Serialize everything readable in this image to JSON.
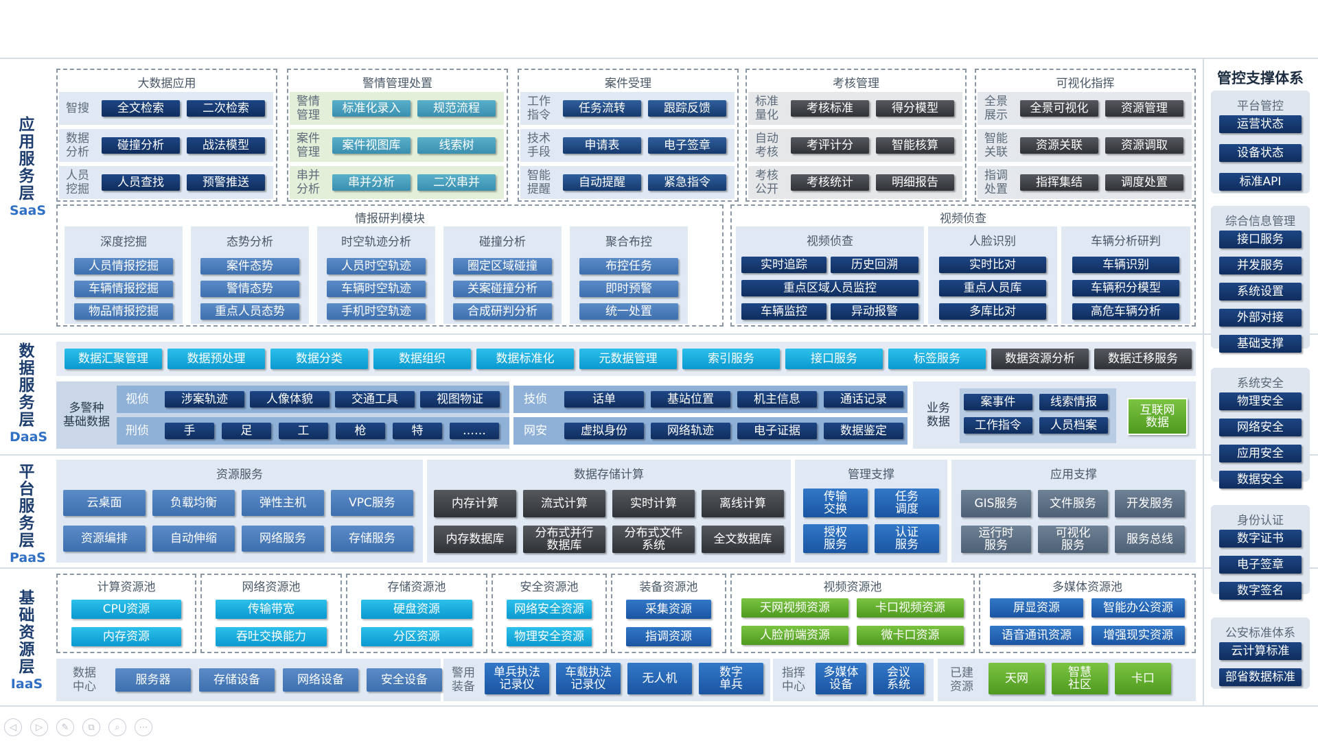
{
  "layers": {
    "saas": {
      "zh": "应用服务层",
      "en": "SaaS"
    },
    "daas": {
      "zh": "数据服务层",
      "en": "DaaS"
    },
    "paas": {
      "zh": "平台服务层",
      "en": "PaaS"
    },
    "iaas": {
      "zh": "基础资源层",
      "en": "IaaS"
    }
  },
  "saas_modules": {
    "bigdata": {
      "title": "大数据应用",
      "rows": [
        {
          "label": "智搜",
          "items": [
            "全文检索",
            "二次检索"
          ]
        },
        {
          "label": "数据\n分析",
          "items": [
            "碰撞分析",
            "战法模型"
          ]
        },
        {
          "label": "人员\n挖掘",
          "items": [
            "人员查找",
            "预警推送"
          ]
        }
      ]
    },
    "alert": {
      "title": "警情管理处置",
      "rows": [
        {
          "label": "警情\n管理",
          "items": [
            "标准化录入",
            "规范流程"
          ]
        },
        {
          "label": "案件\n管理",
          "items": [
            "案件视图库",
            "线索树"
          ]
        },
        {
          "label": "串并\n分析",
          "items": [
            "串并分析",
            "二次串并"
          ]
        }
      ]
    },
    "case": {
      "title": "案件受理",
      "rows": [
        {
          "label": "工作\n指令",
          "items": [
            "任务流转",
            "跟踪反馈"
          ]
        },
        {
          "label": "技术\n手段",
          "items": [
            "申请表",
            "电子签章"
          ]
        },
        {
          "label": "智能\n提醒",
          "items": [
            "自动提醒",
            "紧急指令"
          ]
        }
      ]
    },
    "exam": {
      "title": "考核管理",
      "rows": [
        {
          "label": "标准\n量化",
          "items": [
            "考核标准",
            "得分模型"
          ]
        },
        {
          "label": "自动\n考核",
          "items": [
            "考评计分",
            "智能核算"
          ]
        },
        {
          "label": "考核\n公开",
          "items": [
            "考核统计",
            "明细报告"
          ]
        }
      ]
    },
    "visual": {
      "title": "可视化指挥",
      "rows": [
        {
          "label": "全景\n展示",
          "items": [
            "全景可视化",
            "资源管理"
          ]
        },
        {
          "label": "智能\n关联",
          "items": [
            "资源关联",
            "资源调取"
          ]
        },
        {
          "label": "指调\n处置",
          "items": [
            "指挥集结",
            "调度处置"
          ]
        }
      ]
    }
  },
  "intel": {
    "title": "情报研判模块",
    "cols": [
      {
        "title": "深度挖掘",
        "items": [
          "人员情报挖掘",
          "车辆情报挖掘",
          "物品情报挖掘"
        ]
      },
      {
        "title": "态势分析",
        "items": [
          "案件态势",
          "警情态势",
          "重点人员态势"
        ]
      },
      {
        "title": "时空轨迹分析",
        "items": [
          "人员时空轨迹",
          "车辆时空轨迹",
          "手机时空轨迹"
        ]
      },
      {
        "title": "碰撞分析",
        "items": [
          "圈定区域碰撞",
          "关案碰撞分析",
          "合成研判分析"
        ]
      },
      {
        "title": "聚合布控",
        "items": [
          "布控任务",
          "即时预警",
          "统一处置"
        ]
      }
    ]
  },
  "video": {
    "title": "视频侦查",
    "search": {
      "title": "视频侦查",
      "items": [
        "实时追踪",
        "历史回溯",
        "重点区域人员监控",
        "车辆监控",
        "异动报警"
      ]
    },
    "face": {
      "title": "人脸识别",
      "items": [
        "实时比对",
        "重点人员库",
        "多库比对"
      ]
    },
    "vehicle": {
      "title": "车辆分析研判",
      "items": [
        "车辆识别",
        "车辆积分模型",
        "高危车辆分析"
      ]
    }
  },
  "daas_top": [
    "数据汇聚管理",
    "数据预处理",
    "数据分类",
    "数据组织",
    "数据标准化",
    "元数据管理",
    "索引服务",
    "接口服务",
    "标签服务",
    "数据资源分析",
    "数据迁移服务"
  ],
  "daas_basic": {
    "label": "多警种\n基础数据",
    "shizhen": {
      "label": "视侦",
      "items": [
        "涉案轨迹",
        "人像体貌",
        "交通工具",
        "视图物证"
      ]
    },
    "xingzhen": {
      "label": "刑侦",
      "items": [
        "手",
        "足",
        "工",
        "枪",
        "特",
        "……"
      ]
    },
    "jizhen": {
      "label": "技侦",
      "items": [
        "话单",
        "基站位置",
        "机主信息",
        "通话记录"
      ]
    },
    "wangan": {
      "label": "网安",
      "items": [
        "虚拟身份",
        "网络轨迹",
        "电子证据",
        "数据鉴定"
      ]
    }
  },
  "daas_biz": {
    "label": "业务\n数据",
    "items": [
      "案事件",
      "线索情报",
      "工作指令",
      "人员档案"
    ],
    "internet": "互联网\n数据"
  },
  "paas": {
    "resource": {
      "title": "资源服务",
      "items": [
        "云桌面",
        "负载均衡",
        "弹性主机",
        "VPC服务",
        "资源编排",
        "自动伸缩",
        "网络服务",
        "存储服务"
      ]
    },
    "storage": {
      "title": "数据存储计算",
      "items": [
        "内存计算",
        "流式计算",
        "实时计算",
        "离线计算",
        "内存数据库",
        "分布式并行\n数据库",
        "分布式文件\n系统",
        "全文数据库"
      ]
    },
    "mgmt": {
      "title": "管理支撑",
      "items": [
        "传输\n交换",
        "任务\n调度",
        "授权\n服务",
        "认证\n服务"
      ]
    },
    "app": {
      "title": "应用支撑",
      "items": [
        "GIS服务",
        "文件服务",
        "开发服务",
        "运行时\n服务",
        "可视化\n服务",
        "服务总线"
      ]
    }
  },
  "iaas_pools": [
    {
      "title": "计算资源池",
      "items": [
        "CPU资源",
        "内存资源"
      ]
    },
    {
      "title": "网络资源池",
      "items": [
        "传输带宽",
        "吞吐交换能力"
      ]
    },
    {
      "title": "存储资源池",
      "items": [
        "硬盘资源",
        "分区资源"
      ]
    },
    {
      "title": "安全资源池",
      "items": [
        "网络安全资源",
        "物理安全资源"
      ]
    },
    {
      "title": "装备资源池",
      "items": [
        "采集资源",
        "指调资源"
      ]
    },
    {
      "title": "视频资源池",
      "items": [
        "天网视频资源",
        "卡口视频资源",
        "人脸前端资源",
        "微卡口资源"
      ]
    },
    {
      "title": "多媒体资源池",
      "items": [
        "屏显资源",
        "智能办公资源",
        "语音通讯资源",
        "增强现实资源"
      ]
    }
  ],
  "iaas_bottom": {
    "dc": {
      "label": "数据\n中心",
      "items": [
        "服务器",
        "存储设备",
        "网络设备",
        "安全设备"
      ]
    },
    "police": {
      "label": "警用\n装备",
      "items": [
        "单兵执法\n记录仪",
        "车载执法\n记录仪",
        "无人机",
        "数字\n单兵"
      ]
    },
    "cmd": {
      "label": "指挥\n中心",
      "items": [
        "多媒体\n设备",
        "会议\n系统"
      ]
    },
    "built": {
      "label": "已建\n资源",
      "items": [
        "天网",
        "智慧\n社区",
        "卡口"
      ]
    }
  },
  "side": {
    "title": "管控支撑体系",
    "groups": [
      {
        "title": "平台管控",
        "items": [
          "运营状态",
          "设备状态",
          "标准API"
        ]
      },
      {
        "title": "综合信息管理",
        "items": [
          "接口服务",
          "并发服务",
          "系统设置",
          "外部对接",
          "基础支撑"
        ]
      },
      {
        "title": "系统安全",
        "items": [
          "物理安全",
          "网络安全",
          "应用安全",
          "数据安全"
        ]
      },
      {
        "title": "身份认证",
        "items": [
          "数字证书",
          "电子签章",
          "数字签名"
        ]
      },
      {
        "title": "公安标准体系",
        "items": [
          "云计算标准",
          "部省数据标准"
        ]
      }
    ]
  },
  "controls": [
    "◁",
    "▷",
    "✎",
    "⧉",
    "⌕",
    "⋯"
  ]
}
